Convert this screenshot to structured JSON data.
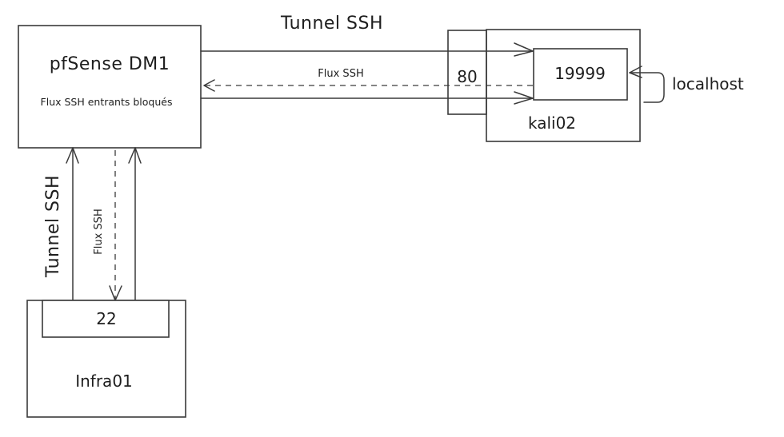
{
  "diagram": {
    "nodes": {
      "pfsense": {
        "title": "pfSense DM1",
        "subtitle": "Flux SSH entrants bloqués"
      },
      "kali": {
        "label": "kali02",
        "port_inner": "19999",
        "port_outer": "80"
      },
      "infra": {
        "label": "Infra01",
        "port": "22"
      }
    },
    "edges": {
      "top_tunnel_label": "Tunnel SSH",
      "top_flux_label": "Flux SSH",
      "left_tunnel_label": "Tunnel SSH",
      "left_flux_label": "Flux SSH",
      "loopback_label": "localhost"
    },
    "colors": {
      "stroke": "#3a3a3a",
      "text": "#1e1e1e",
      "background": "#ffffff"
    }
  }
}
